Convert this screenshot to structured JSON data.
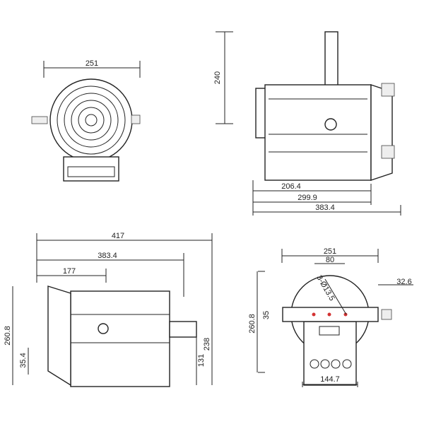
{
  "title": "Fresnel fixture dimension drawing",
  "views": {
    "front": {
      "width": "251"
    },
    "side": {
      "height": "240",
      "depth1": "206.4",
      "depth2": "299.9",
      "depth3": "383.4"
    },
    "top": {
      "total": "417",
      "body": "383.4",
      "offset": "177",
      "height": "260.8",
      "bracket": "35.4",
      "overall": "238",
      "mid": "131"
    },
    "rear": {
      "width": "251",
      "spacing": "80",
      "holes": "3-Ø13.5",
      "clamp": "32.6",
      "height": "260.8",
      "bar": "35",
      "base": "144.7"
    }
  },
  "colors": {
    "line": "#222222",
    "accent": "#d33333"
  }
}
